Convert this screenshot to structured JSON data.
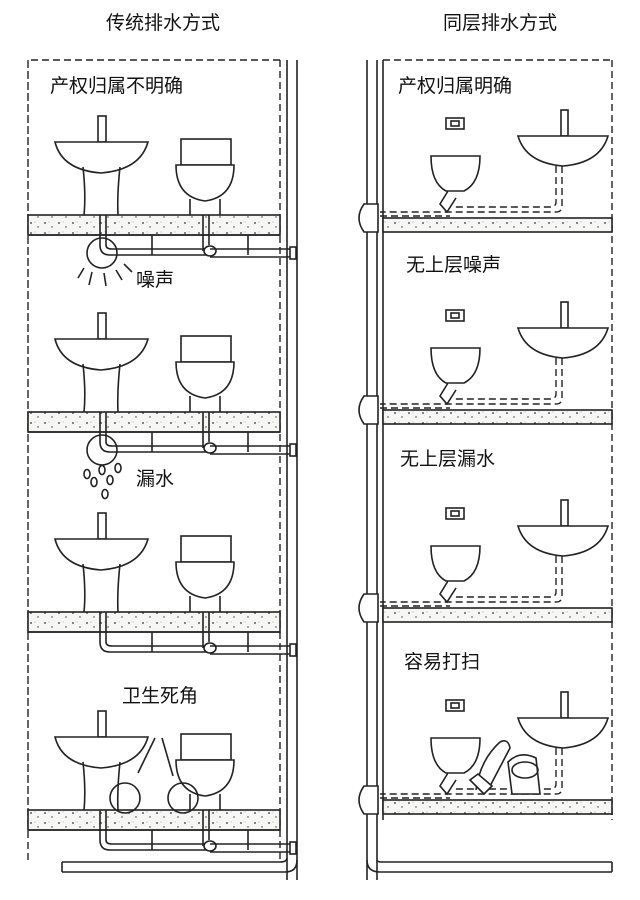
{
  "titles": {
    "left": "传统排水方式",
    "right": "同层排水方式"
  },
  "left_panel": {
    "floors": [
      {
        "caption": "产权归属不明确",
        "annotation": "噪声"
      },
      {
        "caption": "",
        "annotation": "漏水"
      },
      {
        "caption": "",
        "annotation": ""
      },
      {
        "caption": "",
        "annotation": "卫生死角"
      }
    ]
  },
  "right_panel": {
    "floors": [
      {
        "caption": "产权归属明确"
      },
      {
        "caption": "无上层噪声"
      },
      {
        "caption": "无上层漏水"
      },
      {
        "caption": "容易打扫"
      }
    ]
  }
}
